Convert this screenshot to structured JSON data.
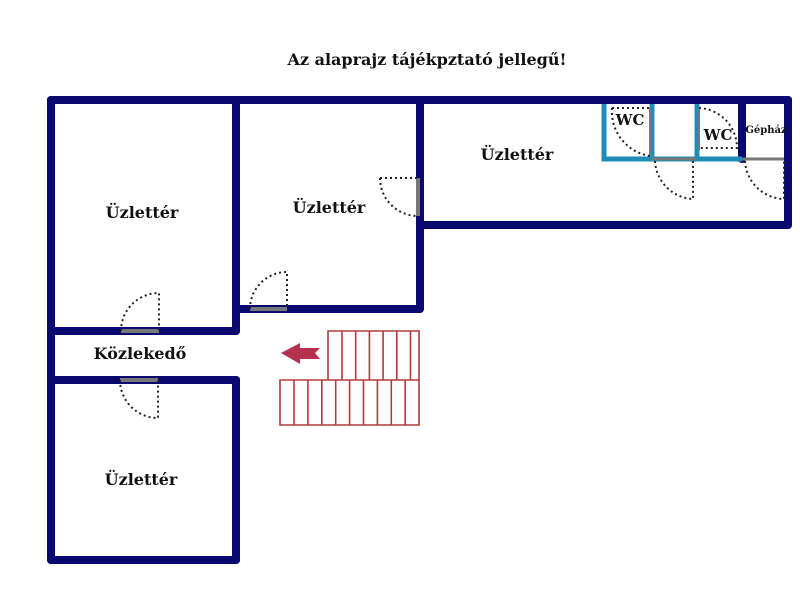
{
  "title": "Az alaprajz tájékpztató jellegű!",
  "rooms": {
    "shop_top_left": "Üzlettér",
    "shop_top_middle": "Üzlettér",
    "shop_top_right": "Üzlettér",
    "wc_1": "WC",
    "wc_2": "WC",
    "machine_room": "Gépház",
    "corridor": "Közlekedő",
    "shop_bottom_left": "Üzlettér"
  },
  "colors": {
    "wall": "#0b0870",
    "partition": "#1f8db8",
    "stairs": "#b23b3b",
    "arrow": "#b5314f"
  }
}
